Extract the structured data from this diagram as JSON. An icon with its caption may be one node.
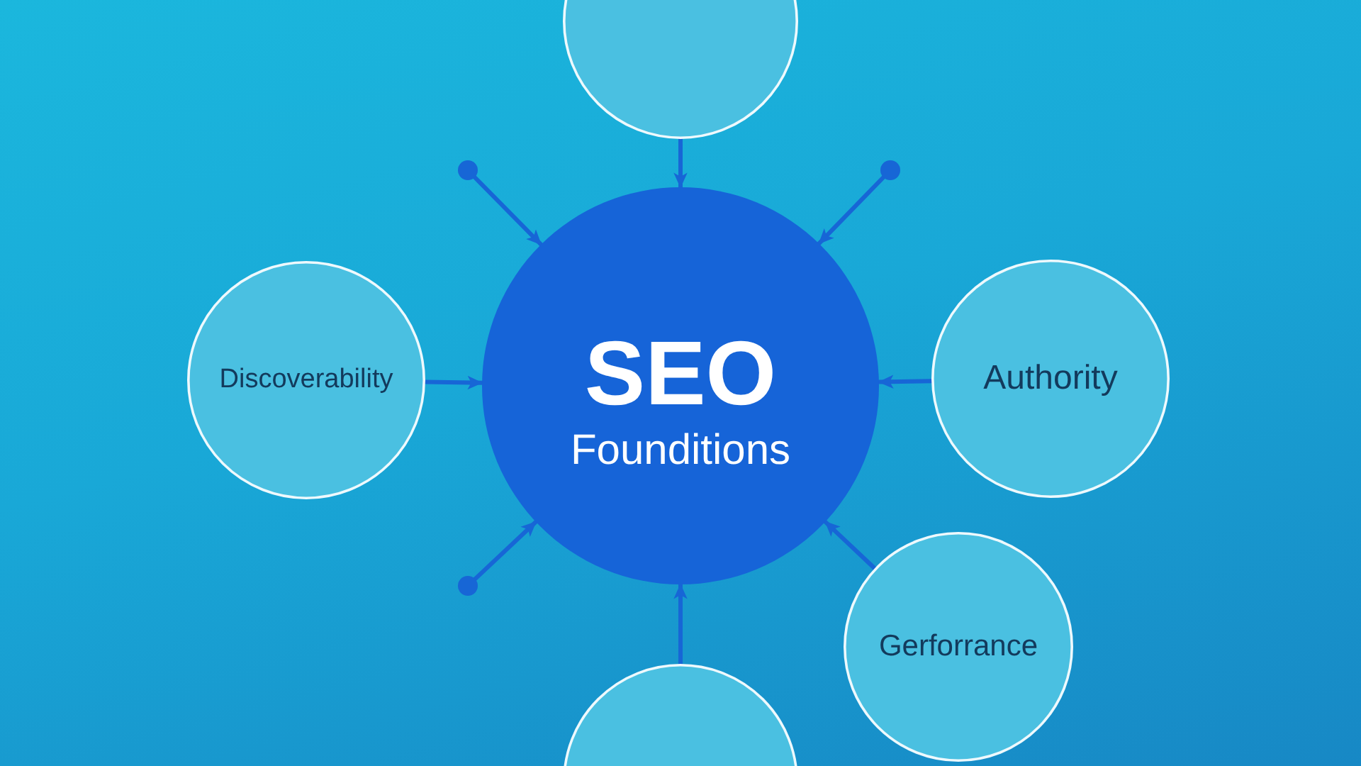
{
  "diagram": {
    "nodes": [
      {
        "text": [],
        "shape": "circle"
      },
      {
        "text": [],
        "shape": "circle"
      },
      {
        "text": [],
        "shape": "circle"
      },
      {
        "text": [
          "Discoverability"
        ]
      },
      {
        "text": [
          "SEO",
          "Founditions"
        ]
      },
      {
        "text": [
          "Authority"
        ]
      },
      {
        "text": [],
        "shape": "circle"
      },
      {
        "text": [
          "Gerforrance"
        ]
      },
      {
        "text": [],
        "shape": "circle"
      }
    ],
    "edges": [
      {
        "from": 0,
        "to": 4,
        "arrow": "to"
      },
      {
        "from": 1,
        "to": 4,
        "arrow": "to"
      },
      {
        "from": 2,
        "to": 4,
        "arrow": "to"
      },
      {
        "from": 3,
        "to": 4,
        "arrow": "to"
      },
      {
        "from": 5,
        "to": 4,
        "arrow": "to"
      },
      {
        "from": 6,
        "to": 4,
        "arrow": "to"
      },
      {
        "from": 7,
        "to": 4,
        "arrow": "to"
      },
      {
        "from": 8,
        "to": 4,
        "arrow": "to"
      }
    ]
  }
}
